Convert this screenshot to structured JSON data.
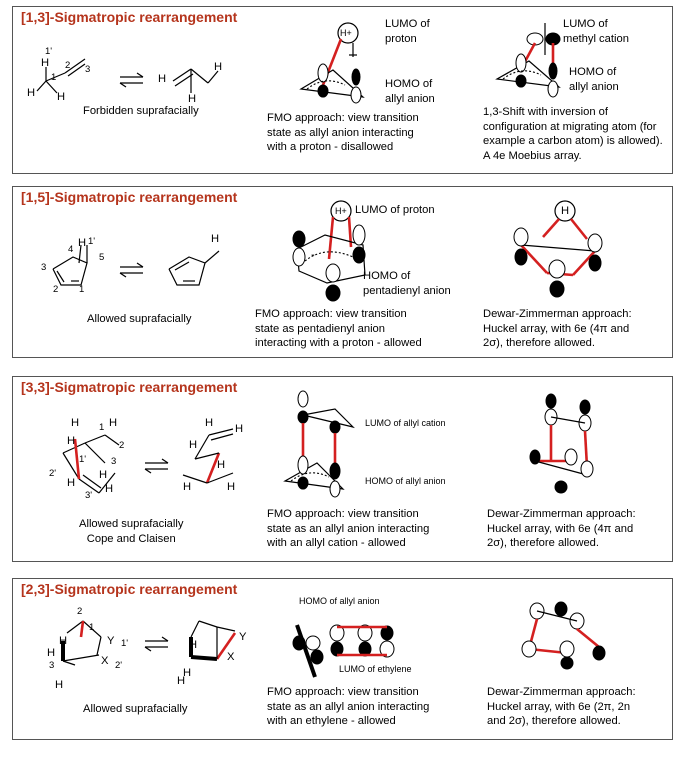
{
  "panels": [
    {
      "title": "[1,3]-Sigmatropic rearrangement",
      "caption": "Forbidden suprafacially",
      "fmo_text": "FMO approach: view transition\nstate as allyl anion interacting\nwith a proton - disallowed",
      "fmo_labels": {
        "top": "LUMO of\nproton",
        "bottom": "HOMO of\nallyl anion"
      },
      "right_labels": {
        "top": "LUMO of\nmethyl cation",
        "bottom": "HOMO of\nallyl anion"
      },
      "right_text": "1,3-Shift with inversion of\nconfiguration at migrating atom (for\nexample a carbon atom) is allowed).\nA 4e Moebius array."
    },
    {
      "title": "[1,5]-Sigmatropic rearrangement",
      "caption": "Allowed suprafacially",
      "fmo_text": "FMO approach: view transition\nstate as pentadienyl anion\ninteracting with a proton - allowed",
      "fmo_labels": {
        "top": "LUMO of proton",
        "bottom": "HOMO of\npentadienyl anion"
      },
      "right_text": "Dewar-Zimmerman approach:\nHuckel array, with 6e (4π and\n2σ), therefore allowed."
    },
    {
      "title": "[3,3]-Sigmatropic rearrangement",
      "caption": "Allowed suprafacially\nCope and Claisen",
      "fmo_text": "FMO approach: view transition\nstate as an allyl anion interacting\nwith an allyl cation - allowed",
      "fmo_labels": {
        "top": "LUMO of allyl cation",
        "bottom": "HOMO of allyl anion"
      },
      "right_text": "Dewar-Zimmerman approach:\nHuckel array, with 6e (4π and\n2σ), therefore allowed."
    },
    {
      "title": "[2,3]-Sigmatropic rearrangement",
      "caption": "Allowed suprafacially",
      "fmo_text": "FMO approach: view transition\nstate as an allyl anion interacting\nwith an ethylene - allowed",
      "fmo_labels": {
        "top": "HOMO of allyl anion",
        "bottom": "LUMO of ethylene"
      },
      "right_text": "Dewar-Zimmerman approach:\nHuckel array, with 6e (2π, 2n\nand 2σ), therefore allowed."
    }
  ],
  "atoms": {
    "H": "H",
    "Hplus": "H+",
    "X": "X",
    "Y": "Y",
    "n1": "1",
    "n1p": "1'",
    "n2": "2",
    "n2p": "2'",
    "n3": "3",
    "n3p": "3'",
    "n4": "4",
    "n5": "5",
    "minus": "-",
    "dots": ":"
  }
}
